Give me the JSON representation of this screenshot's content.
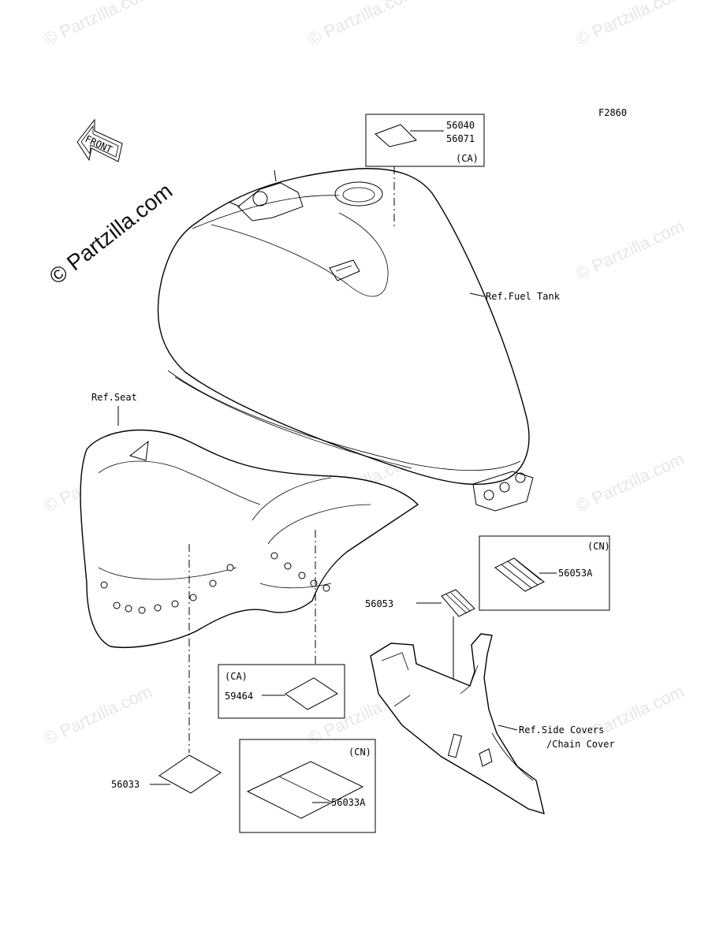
{
  "figure_number": "F2860",
  "front_label": "FRONT",
  "watermark": {
    "main": "© Partzilla.com",
    "repeat": "© Partzilla.com"
  },
  "references": {
    "fuel_tank": "Ref.Fuel Tank",
    "seat": "Ref.Seat",
    "side_covers_line1": "Ref.Side Covers",
    "side_covers_line2": "/Chain Cover"
  },
  "callouts": [
    {
      "part_numbers": [
        "56040",
        "56071"
      ],
      "market": "(CA)"
    },
    {
      "part_numbers": [
        "59464"
      ],
      "market": "(CA)"
    },
    {
      "part_numbers": [
        "56033"
      ]
    },
    {
      "part_numbers": [
        "56033A"
      ],
      "market": "(CN)"
    },
    {
      "part_numbers": [
        "56053A"
      ],
      "market": "(CN)"
    },
    {
      "part_numbers": [
        "56053"
      ]
    }
  ]
}
